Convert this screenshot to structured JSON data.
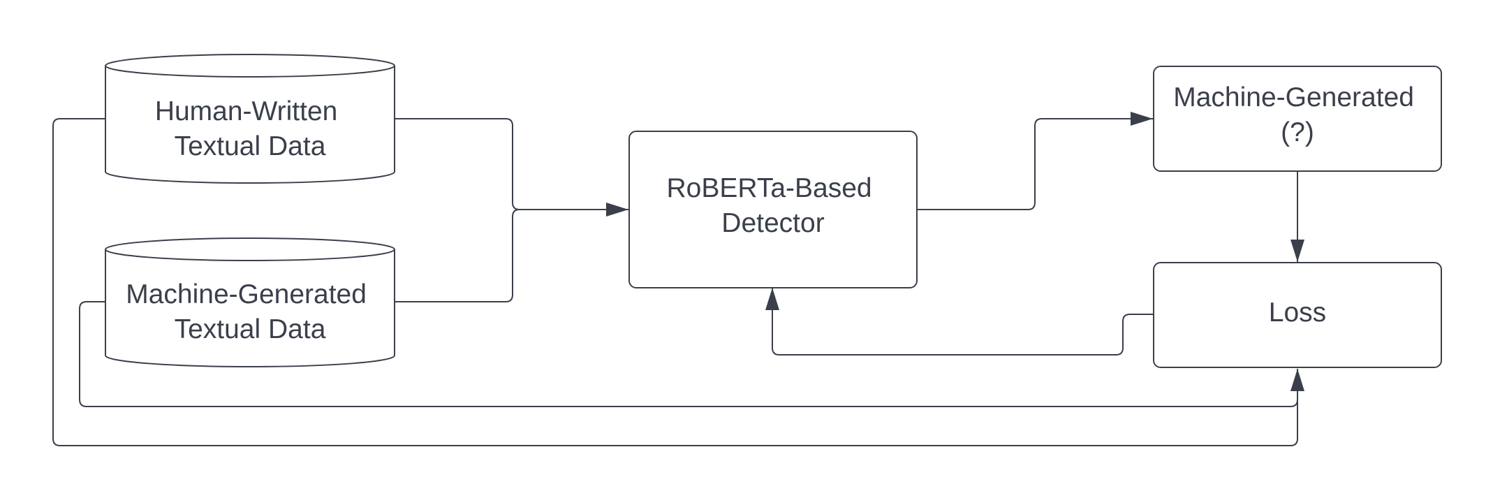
{
  "nodes": {
    "human_data": {
      "lines": [
        "Human-Written",
        "Textual Data"
      ]
    },
    "machine_data": {
      "lines": [
        "Machine-Generated",
        "Textual Data"
      ]
    },
    "detector": {
      "lines": [
        "RoBERTa-Based",
        "Detector"
      ]
    },
    "prediction": {
      "lines": [
        "Machine-Generated",
        "(?)"
      ]
    },
    "loss": {
      "lines": [
        "Loss"
      ]
    }
  },
  "colors": {
    "stroke": "#3a3f4b",
    "text": "#3a3f4b",
    "fill": "#ffffff"
  }
}
